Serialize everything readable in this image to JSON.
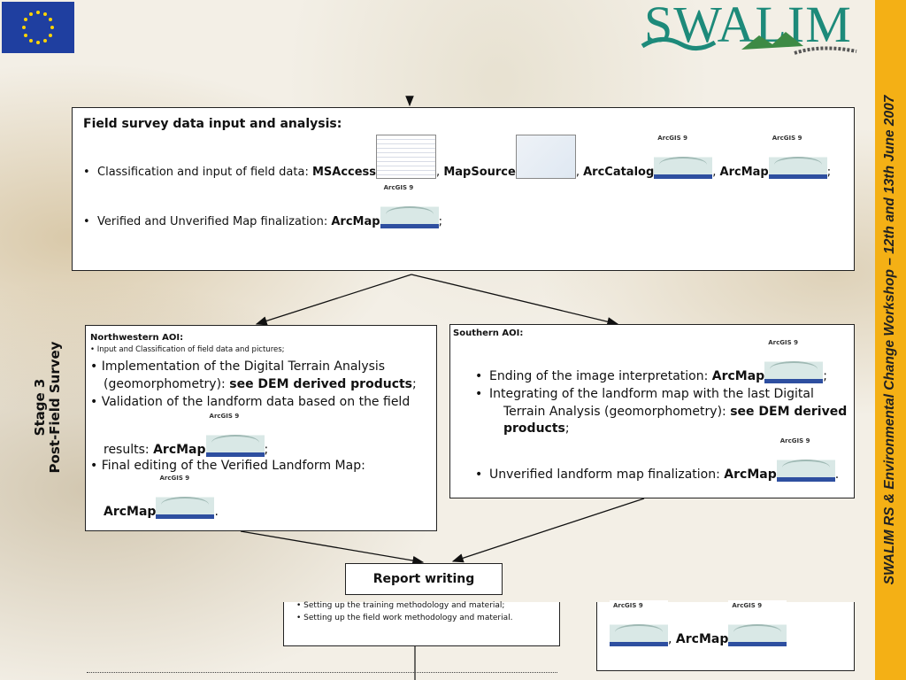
{
  "header": {
    "logo_text": "SWALIM",
    "side_banner": "SWALIM  RS & Environmental Change  Workshop – 12th and 13th June  2007"
  },
  "colors": {
    "eu_blue": "#1f3fa0",
    "banner_yellow": "#f4b015",
    "logo_teal": "#1d8a7a"
  },
  "stage": {
    "line1": "Stage 3",
    "line2": "Post-Field Survey"
  },
  "field_box": {
    "title": "Field survey data input and analysis:",
    "line1": {
      "text": "Classification and input of field data: ",
      "msaccess": "MSAccess",
      "mapsource": "MapSource",
      "arccatalog": "ArcCatalog",
      "arcmap": "ArcMap"
    },
    "line2": {
      "text": "Verified and Unverified Map finalization: ",
      "arcmap": "ArcMap"
    }
  },
  "nw_box": {
    "title": "Northwestern AOI:",
    "item1": "Input and Classification of field data and pictures;",
    "item2a": "Implementation of the Digital Terrain Analysis",
    "item2b": "(geomorphometry): ",
    "item2b_bold": "see DEM derived products",
    "item3": "Validation of the landform data based on the field",
    "item3b": "results: ",
    "arcmap": "ArcMap",
    "item4": "Final editing of the Verified Landform Map:"
  },
  "s_box": {
    "title": "Southern AOI:",
    "item1": "Ending of the image interpretation: ",
    "item2a": "Integrating of the landform map with the  last Digital",
    "item2b": "Terrain Analysis (geomorphometry): ",
    "item2b_bold": "see DEM derived",
    "item2c_bold": "products",
    "item3": "Unverified landform map finalization: ",
    "arcmap": "ArcMap"
  },
  "report": {
    "label": "Report writing"
  },
  "lower_box": {
    "item1": "Setting up the training methodology and material;",
    "item2": "Setting up the field work methodology and material."
  },
  "right_lower": {
    "arcmap": "ArcMap"
  },
  "arcgis_thumb": {
    "title": "ArcGIS 9"
  },
  "punct": {
    "comma": ",",
    "semi": ";",
    "period": "."
  }
}
